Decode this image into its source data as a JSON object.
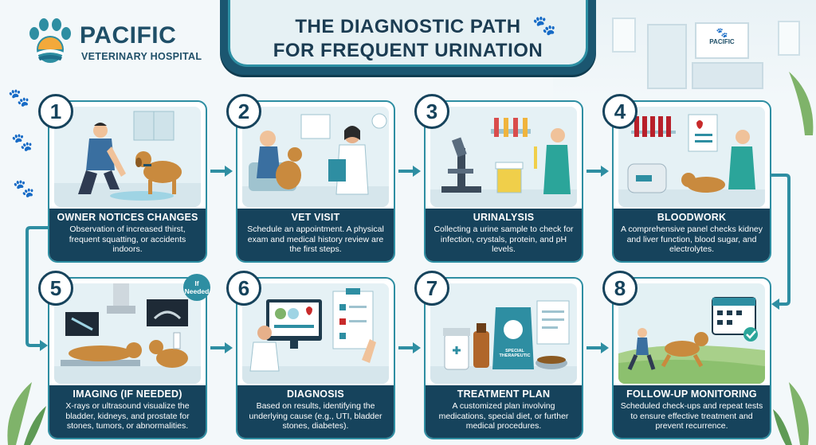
{
  "logo": {
    "title": "PACIFIC",
    "subtitle": "VETERINARY HOSPITAL",
    "sign_text": "PACIFIC"
  },
  "banner": {
    "line1": "THE DIAGNOSTIC PATH",
    "line2": "FOR FREQUENT URINATION"
  },
  "steps": [
    {
      "number": "1",
      "title": "OWNER NOTICES CHANGES",
      "desc": "Observation of increased thirst, frequent squatting, or accidents indoors."
    },
    {
      "number": "2",
      "title": "VET VISIT",
      "desc": "Schedule an appointment. A physical exam and medical history review are the first steps."
    },
    {
      "number": "3",
      "title": "URINALYSIS",
      "desc": "Collecting a urine sample to check for infection, crystals, protein, and pH levels."
    },
    {
      "number": "4",
      "title": "BLOODWORK",
      "desc": "A comprehensive panel checks kidney and liver function, blood sugar, and electrolytes."
    },
    {
      "number": "5",
      "title": "IMAGING (IF NEEDED)",
      "desc": "X-rays or ultrasound visualize the bladder, kidneys, and prostate for stones, tumors, or abnormalities.",
      "tag": "If Needed"
    },
    {
      "number": "6",
      "title": "DIAGNOSIS",
      "desc": "Based on results, identifying the underlying cause (e.g., UTI, bladder stones, diabetes)."
    },
    {
      "number": "7",
      "title": "TREATMENT PLAN",
      "desc": "A customized plan involving medications, special diet, or further medical procedures.",
      "bag_label": "SPECIAL THERAPEUTIC"
    },
    {
      "number": "8",
      "title": "FOLLOW-UP MONITORING",
      "desc": "Scheduled check-ups and repeat tests to ensure effective treatment and prevent recurrence."
    }
  ],
  "colors": {
    "navy": "#16435c",
    "teal": "#2e8ea2",
    "dog": "#c98a3e"
  },
  "icons": [
    "paw-icon",
    "arrow-right-icon",
    "microscope-icon",
    "calendar-icon",
    "checkmark-icon"
  ]
}
